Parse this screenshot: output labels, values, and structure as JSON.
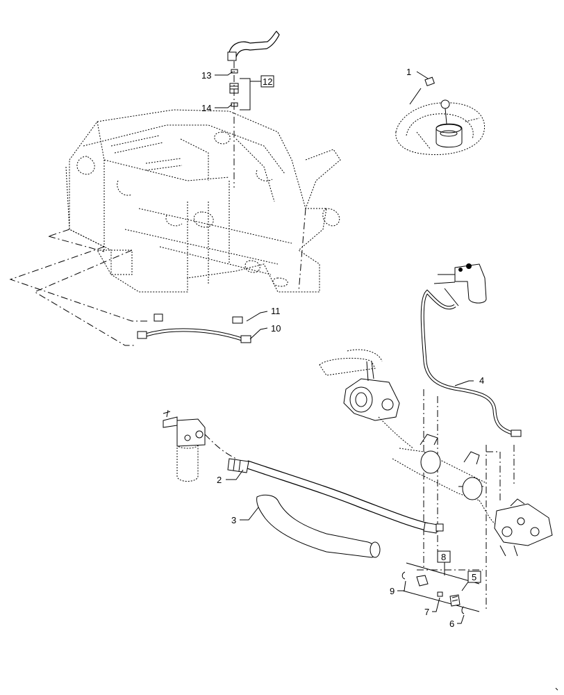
{
  "callouts": {
    "c1": "1",
    "c2": "2",
    "c3": "3",
    "c4": "4",
    "c5": "5",
    "c6": "6",
    "c7": "7",
    "c8": "8",
    "c9": "9",
    "c10": "10",
    "c11": "11",
    "c12": "12",
    "c13": "13",
    "c14": "14"
  },
  "colors": {
    "ink": "#000000",
    "paper": "#ffffff"
  }
}
